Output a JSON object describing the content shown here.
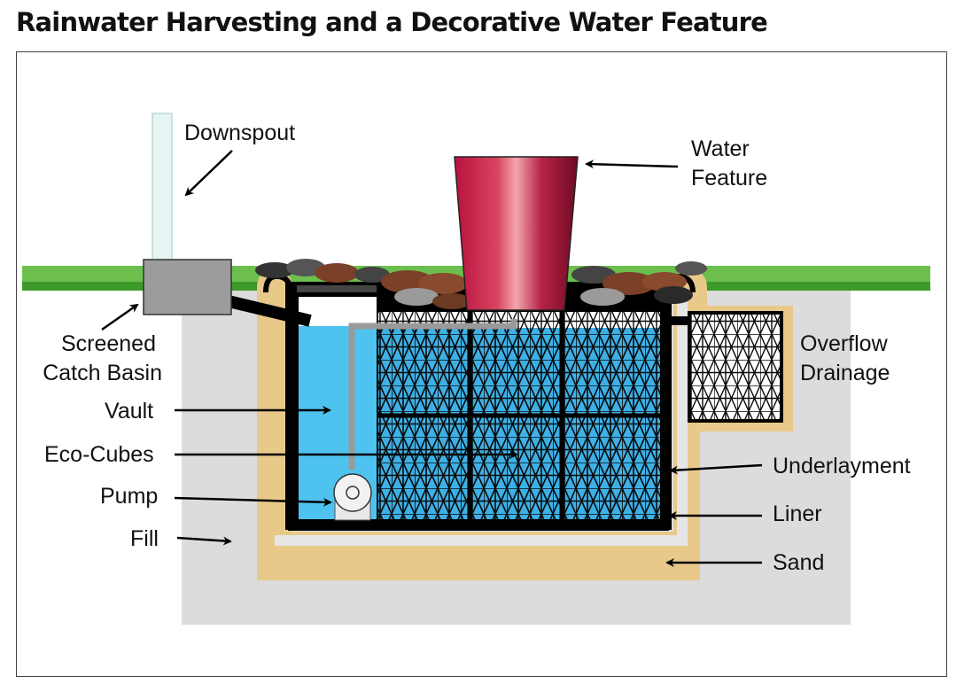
{
  "title": "Rainwater Harvesting and a Decorative Water Feature",
  "labels": {
    "downspout": "Downspout",
    "water_feature_1": "Water",
    "water_feature_2": "Feature",
    "catch_basin_1": "Screened",
    "catch_basin_2": "Catch Basin",
    "vault": "Vault",
    "eco_cubes": "Eco-Cubes",
    "pump": "Pump",
    "fill": "Fill",
    "overflow_1": "Overflow",
    "overflow_2": "Drainage",
    "underlayment": "Underlayment",
    "liner": "Liner",
    "sand": "Sand"
  },
  "colors": {
    "water": "#4fc3ef",
    "sand": "#e8c98a",
    "ground": "#d9d9d9",
    "grass": "#5cb83a",
    "feature": "#c0174a"
  }
}
